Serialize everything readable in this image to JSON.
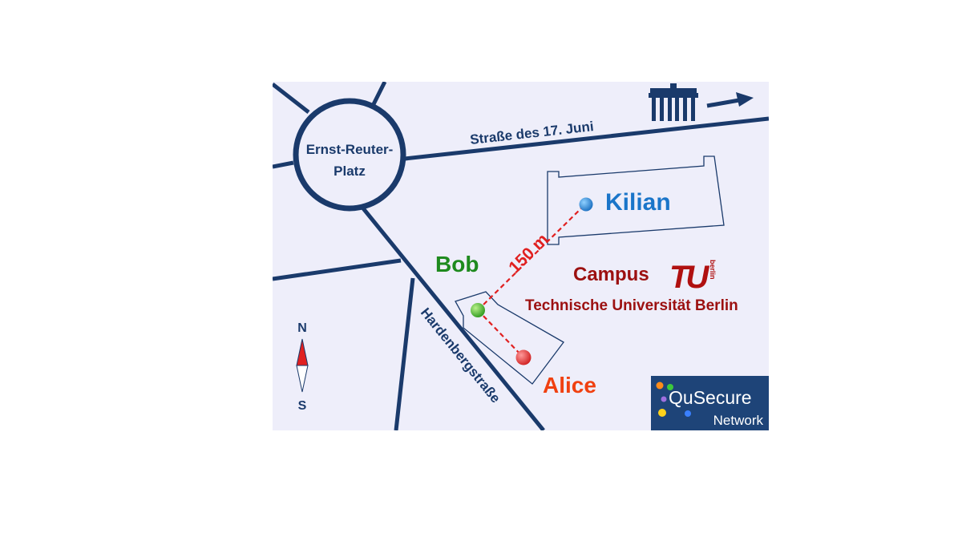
{
  "colors": {
    "background": "#eeeefa",
    "road": "#1a3a6b",
    "kilian": "#1a75c9",
    "bob": "#1e8a1e",
    "alice": "#f04010",
    "campus": "#9c1010",
    "link": "#e02020",
    "compass_north": "#e02020",
    "logo_bg": "#1e4478"
  },
  "map": {
    "roundabout_label_line1": "Ernst-Reuter-",
    "roundabout_label_line2": "Platz",
    "street_17_juni": "Straße des 17. Juni",
    "street_hardenberg": "Hardenbergstraße",
    "landmark_icon": "brandenburg-gate-icon",
    "direction_icon": "arrow-right-icon"
  },
  "nodes": {
    "kilian": "Kilian",
    "bob": "Bob",
    "alice": "Alice"
  },
  "distance_label": "150 m",
  "campus": {
    "title": "Campus",
    "university": "Technische Universität Berlin",
    "logo_letters": "TU",
    "logo_sub": "berlin"
  },
  "compass": {
    "north": "N",
    "south": "S"
  },
  "logo": {
    "brand_prefix": "Qu",
    "brand_suffix": "Secure",
    "brand_line2": "Network"
  }
}
